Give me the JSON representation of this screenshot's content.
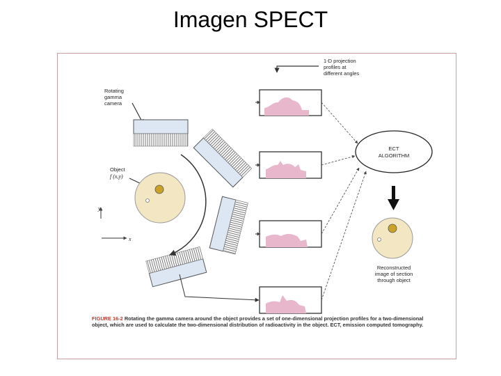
{
  "slide": {
    "title": "Imagen SPECT"
  },
  "diagram": {
    "camera_label": [
      "Rotating",
      "gamma",
      "camera"
    ],
    "object_label": [
      "Object",
      "f (x,y)"
    ],
    "axis_y": "y",
    "axis_x": "x",
    "projection_label": [
      "1-D projection",
      "profiles at",
      "different angles"
    ],
    "algorithm_label": [
      "ECT",
      "ALGORITHM"
    ],
    "reconstruction_label": [
      "Reconstructed",
      "image of section",
      "through object"
    ]
  },
  "caption": {
    "figure_number": "FIGURE 16-2",
    "text": "Rotating the gamma camera around the object provides a set of one-dimensional projection profiles for a two-dimensional object, which are used to calculate the two-dimensional distribution of radioactivity in the object. ECT, emission computed tomography."
  },
  "colors": {
    "object_fill": "#f3e6c2",
    "hot_spot": "#c9a227",
    "camera_fill": "#dde7f3",
    "profile_fill": "#e8b7cc",
    "frame_border": "#c8a0a0"
  }
}
